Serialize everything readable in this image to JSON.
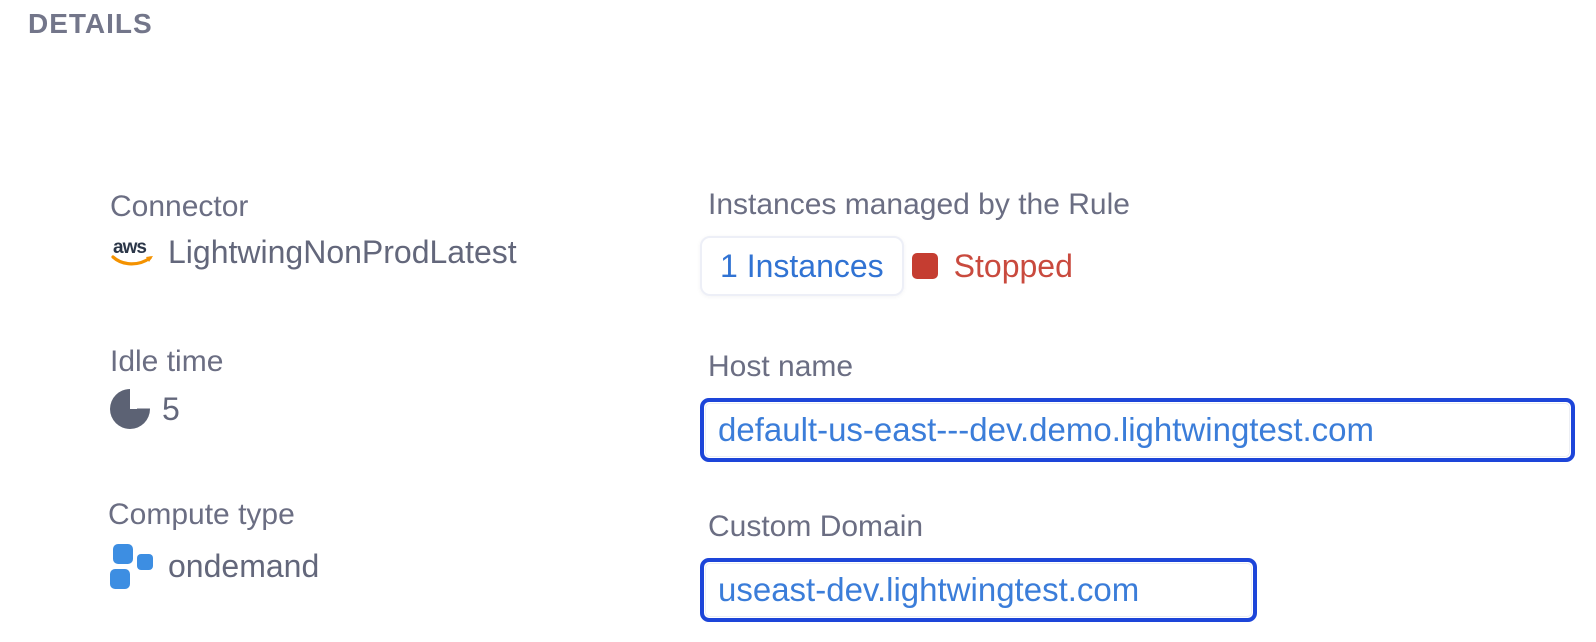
{
  "section": {
    "title": "DETAILS"
  },
  "fields": {
    "connector": {
      "label": "Connector",
      "value": "LightwingNonProdLatest"
    },
    "idle_time": {
      "label": "Idle time",
      "value": "5"
    },
    "compute_type": {
      "label": "Compute type",
      "value": "ondemand"
    },
    "instances": {
      "label": "Instances managed by the Rule",
      "link_text": "1 Instances",
      "status": "Stopped"
    },
    "host_name": {
      "label": "Host name",
      "value": "default-us-east---dev.demo.lightwingtest.com"
    },
    "custom_domain": {
      "label": "Custom Domain",
      "value": "useast-dev.lightwingtest.com"
    }
  },
  "icons": {
    "aws_text": "aws",
    "idle_time_icon": "pie-chart-icon",
    "compute_type_icon": "compute-squares-icon",
    "connector_icon": "aws-icon",
    "status_icon": "red-square-status-icon"
  },
  "colors": {
    "label_gray": "#6b6e83",
    "value_gray": "#63677b",
    "link_blue": "#3173d3",
    "domain_text_blue": "#3b7dd9",
    "domain_border_blue": "#1d45d9",
    "status_red_text": "#c94a3e",
    "status_red_square": "#c53d31",
    "compute_blue": "#3d8ee2",
    "pie_slate": "#5c6274",
    "aws_navy": "#2b3648",
    "aws_orange": "#f49200"
  }
}
